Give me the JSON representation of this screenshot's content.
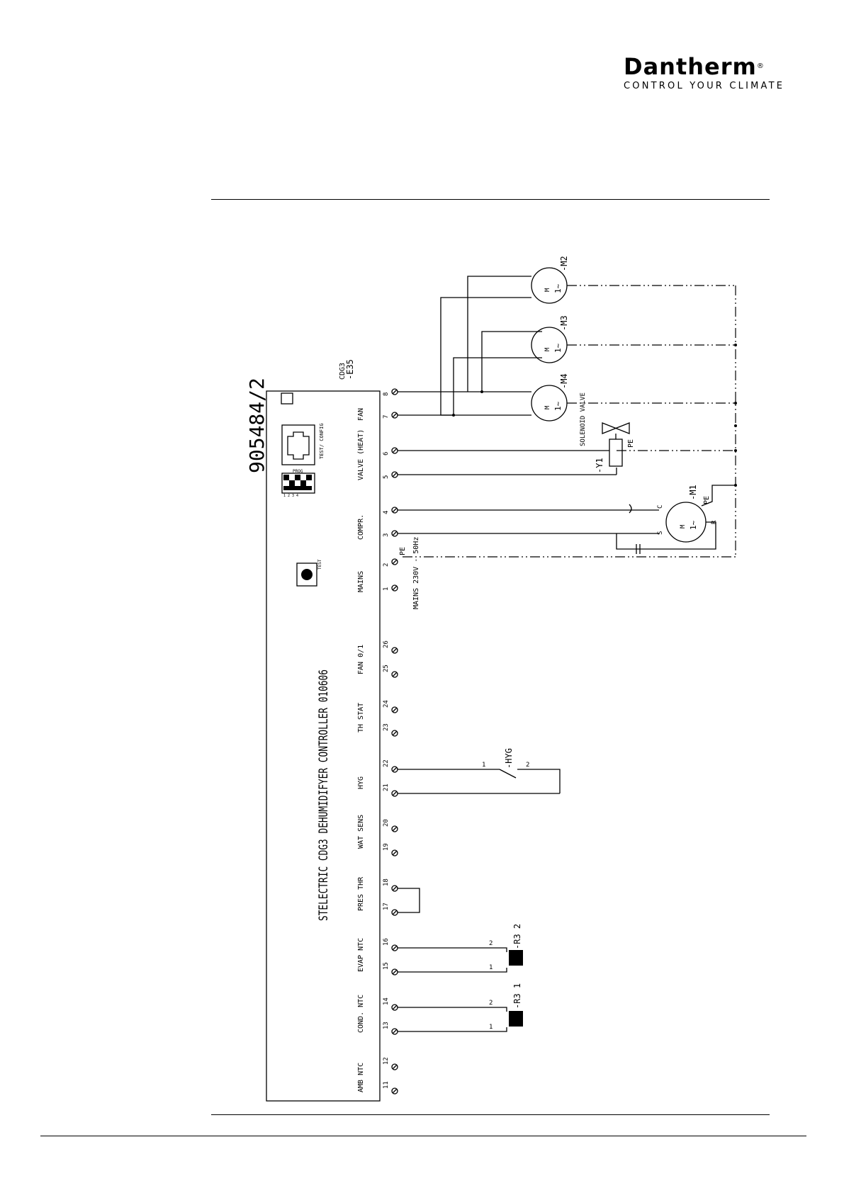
{
  "logo": {
    "name": "Dantherm",
    "registered": "®",
    "tagline": "CONTROL YOUR CLIMATE"
  },
  "drawing_number": "905484/2",
  "controller": {
    "title": "STELECTRIC CDG3 DEHUMIDIFYER CONTROLLER 010606",
    "ref_line1": "CDG3",
    "ref_line2": "-E35",
    "switch_label": "TEST/ CONFIG",
    "progm_label": "PROG",
    "progm_sub": "1 2 3 4",
    "test_label": "TEST"
  },
  "terminals": [
    {
      "group": "FAN",
      "pins": [
        "8",
        "7"
      ]
    },
    {
      "group": "VALVE (HEAT)",
      "pins": [
        "6",
        "5"
      ]
    },
    {
      "group": "COMPR.",
      "pins": [
        "4",
        "3"
      ]
    },
    {
      "group": "MAINS",
      "pins": [
        "2",
        "1"
      ]
    },
    {
      "group": "FAN 0/1",
      "pins": [
        "26",
        "25"
      ]
    },
    {
      "group": "TH STAT",
      "pins": [
        "24",
        "23"
      ]
    },
    {
      "group": "HYG",
      "pins": [
        "22",
        "21"
      ]
    },
    {
      "group": "WAT SENS",
      "pins": [
        "20",
        "19"
      ]
    },
    {
      "group": "PRES THR",
      "pins": [
        "18",
        "17"
      ]
    },
    {
      "group": "EVAP NTC",
      "pins": [
        "16",
        "15"
      ]
    },
    {
      "group": "COND. NTC",
      "pins": [
        "14",
        "13"
      ]
    },
    {
      "group": "AMB NTC",
      "pins": [
        "12",
        "11"
      ]
    }
  ],
  "components": {
    "m2": "-M2",
    "m3": "-M3",
    "m4": "-M4",
    "m1": "-M1",
    "motor_m": "M",
    "motor_phase": "1~",
    "solenoid": "SOLENOID VALVE",
    "y1": "-Y1",
    "pe": "PE",
    "mains_supply": "MAINS 230V - 50Hz",
    "hyg": "-HYG",
    "r3_2": "-R3 2",
    "r3_1": "-R3 1",
    "pin1": "1",
    "pin2": "2",
    "comp_c": "C",
    "comp_s": "S",
    "comp_r": "R"
  }
}
